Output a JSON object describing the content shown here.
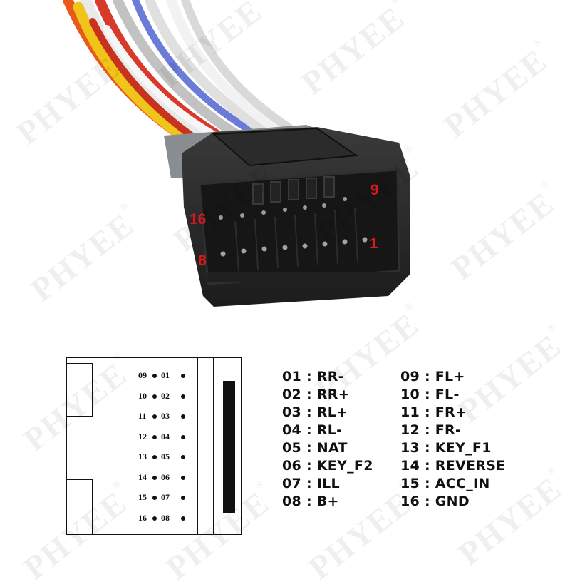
{
  "watermark": {
    "text": "PHYEE",
    "mark": "®"
  },
  "photo_labels": {
    "pin_9": "9",
    "pin_16": "16",
    "pin_1": "1",
    "pin_8": "8"
  },
  "diagram": {
    "rows": [
      {
        "a": "09",
        "b": "01"
      },
      {
        "a": "10",
        "b": "02"
      },
      {
        "a": "11",
        "b": "03"
      },
      {
        "a": "12",
        "b": "04"
      },
      {
        "a": "13",
        "b": "05"
      },
      {
        "a": "14",
        "b": "06"
      },
      {
        "a": "15",
        "b": "07"
      },
      {
        "a": "16",
        "b": "08"
      }
    ]
  },
  "legend": {
    "left": [
      {
        "pin": "01",
        "signal": "RR-"
      },
      {
        "pin": "02",
        "signal": "RR+"
      },
      {
        "pin": "03",
        "signal": "RL+"
      },
      {
        "pin": "04",
        "signal": "RL-"
      },
      {
        "pin": "05",
        "signal": "NAT"
      },
      {
        "pin": "06",
        "signal": "KEY_F2"
      },
      {
        "pin": "07",
        "signal": "ILL"
      },
      {
        "pin": "08",
        "signal": "B+"
      }
    ],
    "right": [
      {
        "pin": "09",
        "signal": "FL+"
      },
      {
        "pin": "10",
        "signal": "FL-"
      },
      {
        "pin": "11",
        "signal": "FR+"
      },
      {
        "pin": "12",
        "signal": "FR-"
      },
      {
        "pin": "13",
        "signal": "KEY_F1"
      },
      {
        "pin": "14",
        "signal": "REVERSE"
      },
      {
        "pin": "15",
        "signal": "ACC_IN"
      },
      {
        "pin": "16",
        "signal": "GND"
      }
    ]
  }
}
